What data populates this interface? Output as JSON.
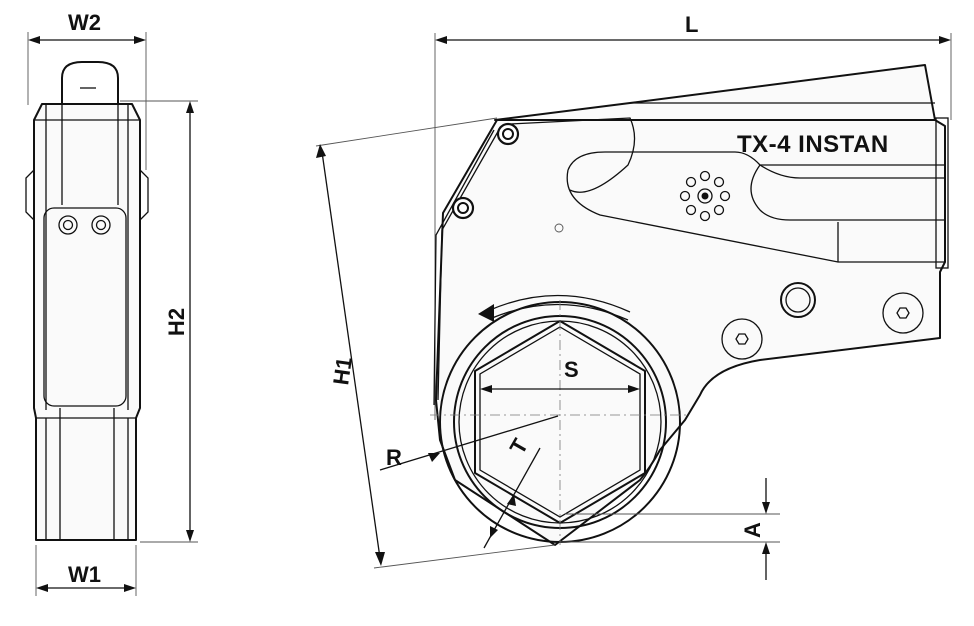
{
  "diagram": {
    "labels": {
      "w2": "W2",
      "w1": "W1",
      "h2": "H2",
      "l": "L",
      "h1": "H1",
      "s": "S",
      "r": "R",
      "t": "T",
      "a": "A"
    },
    "brand_text": "TX-4 INSTAN"
  },
  "colors": {
    "line": "#111111",
    "background": "#ffffff"
  }
}
